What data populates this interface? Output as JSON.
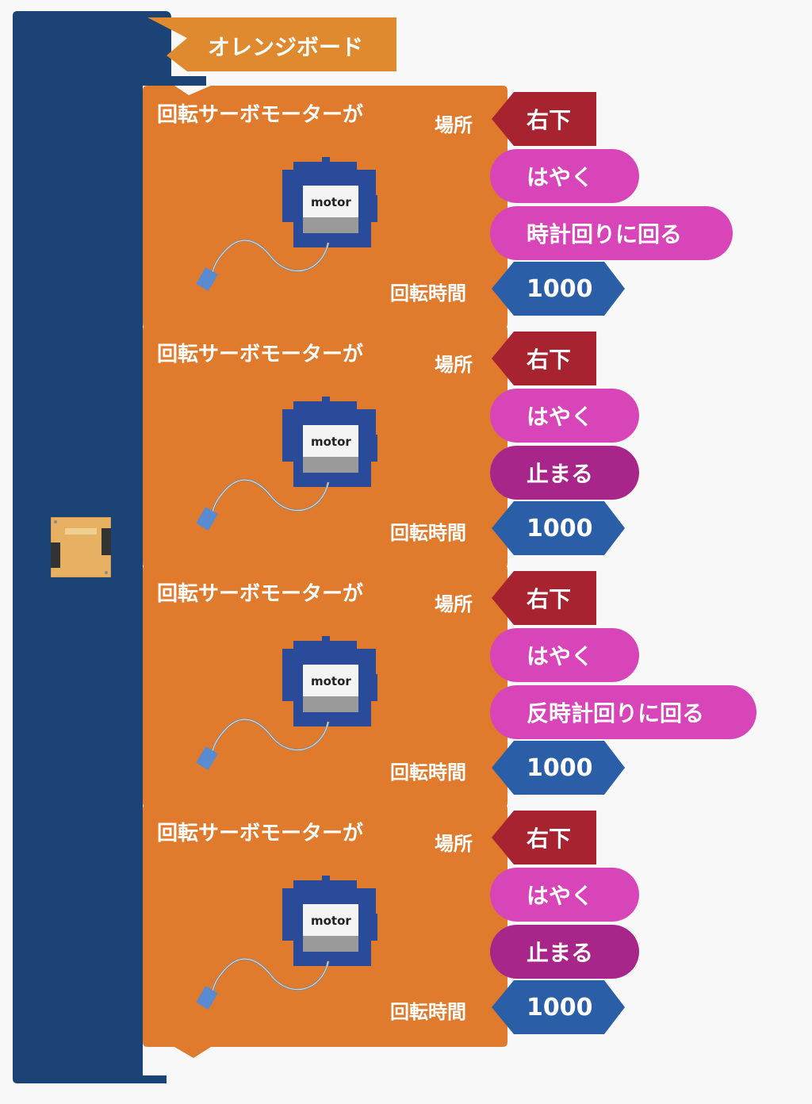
{
  "hat": {
    "label": "オレンジボード"
  },
  "colors": {
    "container": "#1b4375",
    "hat": "#e08a30",
    "block": "#e07a2c",
    "location": "#a82330",
    "speed": "#d845b8",
    "direction": "#d845b8",
    "stop": "#a8258a",
    "number": "#2a5fa8"
  },
  "blocks": [
    {
      "title": "回転サーボモーターが",
      "place_label": "場所",
      "location": "右下",
      "speed": "はやく",
      "action": "時計回りに回る",
      "action_kind": "direction",
      "time_label": "回転時間",
      "time": "1000",
      "motor_label": "motor"
    },
    {
      "title": "回転サーボモーターが",
      "place_label": "場所",
      "location": "右下",
      "speed": "はやく",
      "action": "止まる",
      "action_kind": "stop",
      "time_label": "回転時間",
      "time": "1000",
      "motor_label": "motor"
    },
    {
      "title": "回転サーボモーターが",
      "place_label": "場所",
      "location": "右下",
      "speed": "はやく",
      "action": "反時計回りに回る",
      "action_kind": "direction",
      "time_label": "回転時間",
      "time": "1000",
      "motor_label": "motor"
    },
    {
      "title": "回転サーボモーターが",
      "place_label": "場所",
      "location": "右下",
      "speed": "はやく",
      "action": "止まる",
      "action_kind": "stop",
      "time_label": "回転時間",
      "time": "1000",
      "motor_label": "motor"
    }
  ]
}
